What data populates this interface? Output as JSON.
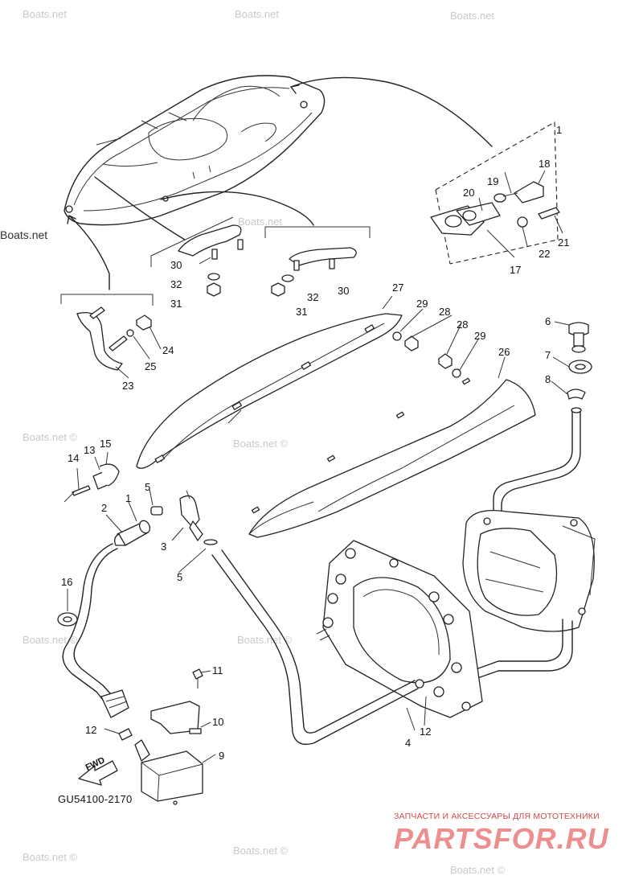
{
  "diagram": {
    "code": "GU54100-2170",
    "forward_label": "FWD",
    "watermark": "Boats.net",
    "watermark_c": "Boats.net ©",
    "brand_tagline": "ЗАПЧАСТИ И АКСЕССУАРЫ ДЛЯ МОТОТЕХНИКИ",
    "brand_logo": "PARTSFOR.RU",
    "callouts": [
      {
        "id": "c1",
        "label": "1"
      },
      {
        "id": "c2",
        "label": "2"
      },
      {
        "id": "c3",
        "label": "3"
      },
      {
        "id": "c4",
        "label": "4"
      },
      {
        "id": "c5a",
        "label": "5"
      },
      {
        "id": "c5b",
        "label": "5"
      },
      {
        "id": "c6",
        "label": "6"
      },
      {
        "id": "c7",
        "label": "7"
      },
      {
        "id": "c8",
        "label": "8"
      },
      {
        "id": "c9",
        "label": "9"
      },
      {
        "id": "c10",
        "label": "10"
      },
      {
        "id": "c11",
        "label": "11"
      },
      {
        "id": "c12a",
        "label": "12"
      },
      {
        "id": "c12b",
        "label": "12"
      },
      {
        "id": "c13",
        "label": "13"
      },
      {
        "id": "c14",
        "label": "14"
      },
      {
        "id": "c15",
        "label": "15"
      },
      {
        "id": "c16",
        "label": "16"
      },
      {
        "id": "c17",
        "label": "17"
      },
      {
        "id": "c18",
        "label": "18"
      },
      {
        "id": "c19",
        "label": "19"
      },
      {
        "id": "c20",
        "label": "20"
      },
      {
        "id": "c21",
        "label": "21"
      },
      {
        "id": "c22",
        "label": "22"
      },
      {
        "id": "c23",
        "label": "23"
      },
      {
        "id": "c24",
        "label": "24"
      },
      {
        "id": "c25",
        "label": "25"
      },
      {
        "id": "c26",
        "label": "26"
      },
      {
        "id": "c27",
        "label": "27"
      },
      {
        "id": "c28a",
        "label": "28"
      },
      {
        "id": "c28b",
        "label": "28"
      },
      {
        "id": "c29a",
        "label": "29"
      },
      {
        "id": "c29b",
        "label": "29"
      },
      {
        "id": "c30a",
        "label": "30"
      },
      {
        "id": "c30b",
        "label": "30"
      },
      {
        "id": "c31a",
        "label": "31"
      },
      {
        "id": "c31b",
        "label": "31"
      },
      {
        "id": "c32a",
        "label": "32"
      },
      {
        "id": "c32b",
        "label": "32"
      },
      {
        "id": "c1top",
        "label": "1"
      }
    ]
  }
}
